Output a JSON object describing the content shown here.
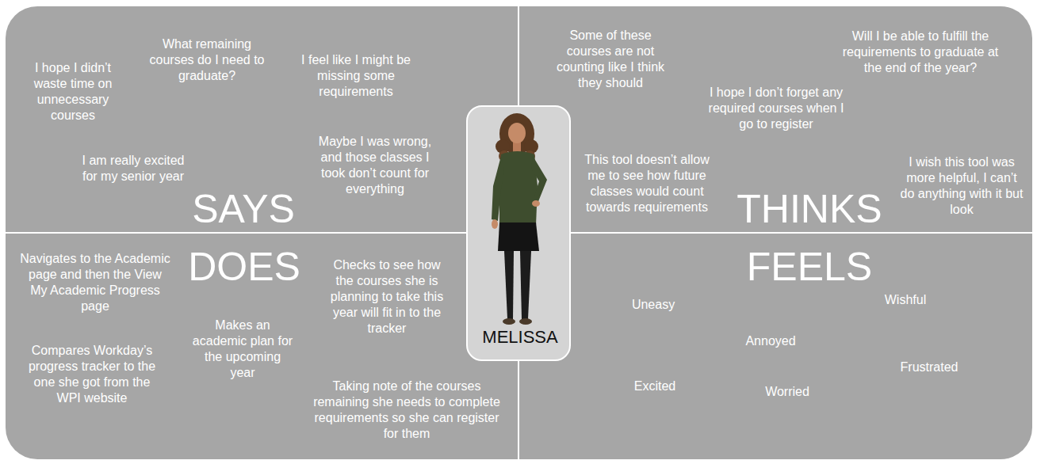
{
  "diagram": {
    "nodes": [
      {
        "text": [
          "SAYS",
          "I hope I didn’t waste time on unnecessary courses",
          "What remaining courses do I need to graduate?",
          "I feel like I might be missing some requirements",
          "I am really excited for my senior year",
          "Maybe I was wrong, and those classes I took don’t count for everything"
        ]
      },
      {
        "text": [
          "MELISSA"
        ]
      },
      {
        "text": [
          "THINKS",
          "Some of these courses are not counting like I think they should",
          "Will I be able to fulfill the requirements to graduate at the end of the year?",
          "I hope I don’t forget any required courses when I go to register",
          "This tool doesn’t allow me to see how future classes would count towards requirements",
          "I wish this tool was more helpful, I can’t do anything with it but look"
        ]
      },
      {
        "text": [
          "DOES",
          "Navigates to the Academic page and then the View My Academic Progress page",
          "Compares Workday’s progress tracker to the one she got from the WPI website",
          "Makes an academic plan for the upcoming year",
          "Checks to see how the courses she is planning to take this year will fit in to the tracker",
          "Taking note of the courses remaining she needs to complete requirements so she can register for them"
        ]
      },
      {
        "text": [
          "FEELS",
          "Uneasy",
          "Wishful",
          "Annoyed",
          "Frustrated",
          "Excited",
          "Worried"
        ]
      }
    ]
  }
}
